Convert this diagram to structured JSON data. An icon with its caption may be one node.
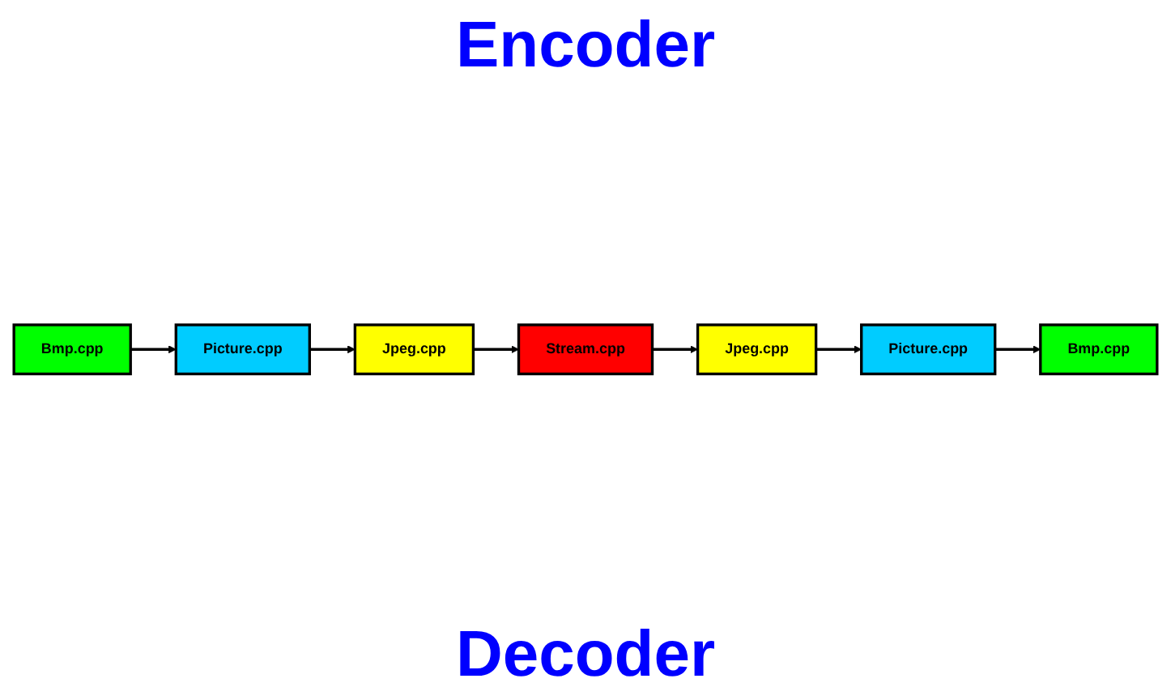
{
  "diagram": {
    "nodes": [
      {
        "text": [
          "Bmp.cpp"
        ]
      },
      {
        "text": [
          "Picture.cpp"
        ]
      },
      {
        "text": [
          "Jpeg.cpp"
        ]
      },
      {
        "text": [
          "Stream.cpp"
        ]
      },
      {
        "text": [
          "Jpeg.cpp"
        ]
      },
      {
        "text": [
          "Picture.cpp"
        ]
      },
      {
        "text": [
          "Bmp.cpp"
        ]
      }
    ],
    "edges": [
      {
        "from": 0,
        "to": 1,
        "arrow": "to"
      },
      {
        "from": 1,
        "to": 2,
        "arrow": "to"
      },
      {
        "from": 2,
        "to": 3,
        "arrow": "to"
      },
      {
        "from": 3,
        "to": 4,
        "arrow": "to"
      },
      {
        "from": 4,
        "to": 5,
        "arrow": "to"
      },
      {
        "from": 5,
        "to": 6,
        "arrow": "to"
      }
    ],
    "labels": [
      "Encoder",
      "Decoder"
    ]
  }
}
